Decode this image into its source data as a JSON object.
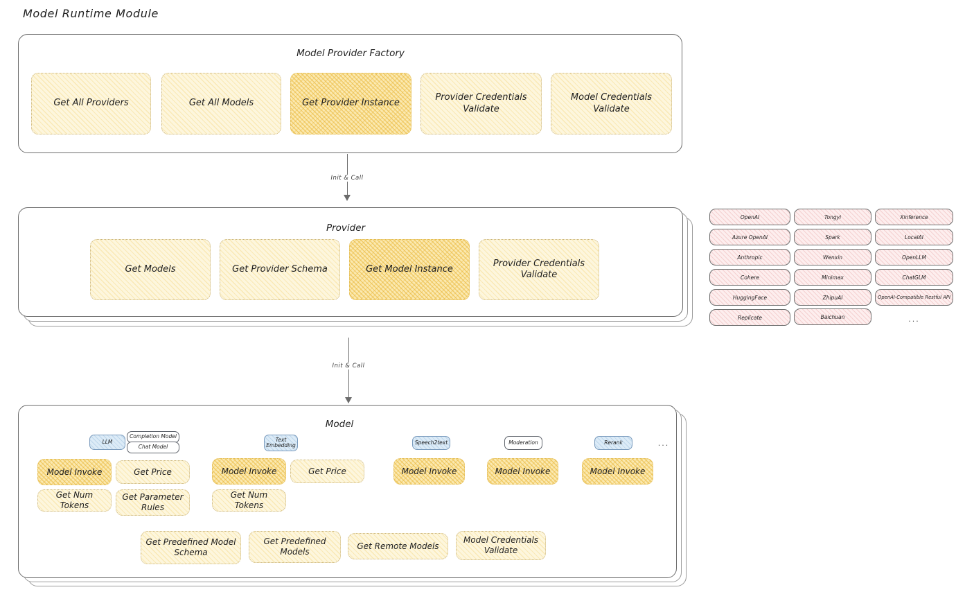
{
  "page": {
    "title": "Model Runtime Module",
    "ellipsis": "..."
  },
  "arrows": [
    {
      "label": "Init & Call"
    },
    {
      "label": "Init & Call"
    }
  ],
  "factory": {
    "title": "Model Provider Factory",
    "nodes": [
      {
        "label": "Get All Providers",
        "highlight": false
      },
      {
        "label": "Get All Models",
        "highlight": false
      },
      {
        "label": "Get Provider Instance",
        "highlight": true
      },
      {
        "label": "Provider Credentials Validate",
        "highlight": false
      },
      {
        "label": "Model Credentials Validate",
        "highlight": false
      }
    ]
  },
  "provider": {
    "title": "Provider",
    "nodes": [
      {
        "label": "Get Models",
        "highlight": false
      },
      {
        "label": "Get Provider Schema",
        "highlight": false
      },
      {
        "label": "Get Model Instance",
        "highlight": true
      },
      {
        "label": "Provider Credentials Validate",
        "highlight": false
      }
    ]
  },
  "provider_list": {
    "columns": [
      {
        "items": [
          "OpenAI",
          "Azure OpenAI",
          "Anthropic",
          "Cohere",
          "HuggingFace",
          "Replicate"
        ]
      },
      {
        "items": [
          "Tongyi",
          "Spark",
          "Wenxin",
          "Minimax",
          "ZhipuAI",
          "Baichuan"
        ]
      },
      {
        "items": [
          "Xinference",
          "LocalAI",
          "OpenLLM",
          "ChatGLM",
          "OpenAI-Compatible Restful API"
        ]
      }
    ],
    "more": "..."
  },
  "model": {
    "title": "Model",
    "more": "...",
    "types": [
      {
        "badge": "LLM",
        "badge_style": "blue",
        "sub_badges": [
          "Completion Model",
          "Chat Model"
        ],
        "nodes": [
          {
            "label": "Model Invoke",
            "highlight": true
          },
          {
            "label": "Get Price",
            "highlight": false
          },
          {
            "label": "Get Num Tokens",
            "highlight": false
          },
          {
            "label": "Get Parameter Rules",
            "highlight": false
          }
        ]
      },
      {
        "badge": "Text Embedding",
        "badge_style": "blue",
        "sub_badges": [],
        "nodes": [
          {
            "label": "Model Invoke",
            "highlight": true
          },
          {
            "label": "Get Price",
            "highlight": false
          },
          {
            "label": "Get Num Tokens",
            "highlight": false
          }
        ]
      },
      {
        "badge": "Speech2text",
        "badge_style": "blue",
        "sub_badges": [],
        "nodes": [
          {
            "label": "Model Invoke",
            "highlight": true
          }
        ]
      },
      {
        "badge": "Moderation",
        "badge_style": "white",
        "sub_badges": [],
        "nodes": [
          {
            "label": "Model Invoke",
            "highlight": true
          }
        ]
      },
      {
        "badge": "Rerank",
        "badge_style": "blue",
        "sub_badges": [],
        "nodes": [
          {
            "label": "Model Invoke",
            "highlight": true
          }
        ]
      }
    ],
    "common_nodes": [
      {
        "label": "Get Predefined Model Schema"
      },
      {
        "label": "Get Predefined Models"
      },
      {
        "label": "Get Remote Models"
      },
      {
        "label": "Model Credentials Validate"
      }
    ]
  },
  "colors": {
    "node_fill": "#fdf6dd",
    "node_fill_highlight": "#fbe9b0",
    "node_border": "#c9b37a",
    "chip_fill": "#fdeeee",
    "badge_blue": "#dcebf7",
    "stroke": "#6b6b6b"
  }
}
